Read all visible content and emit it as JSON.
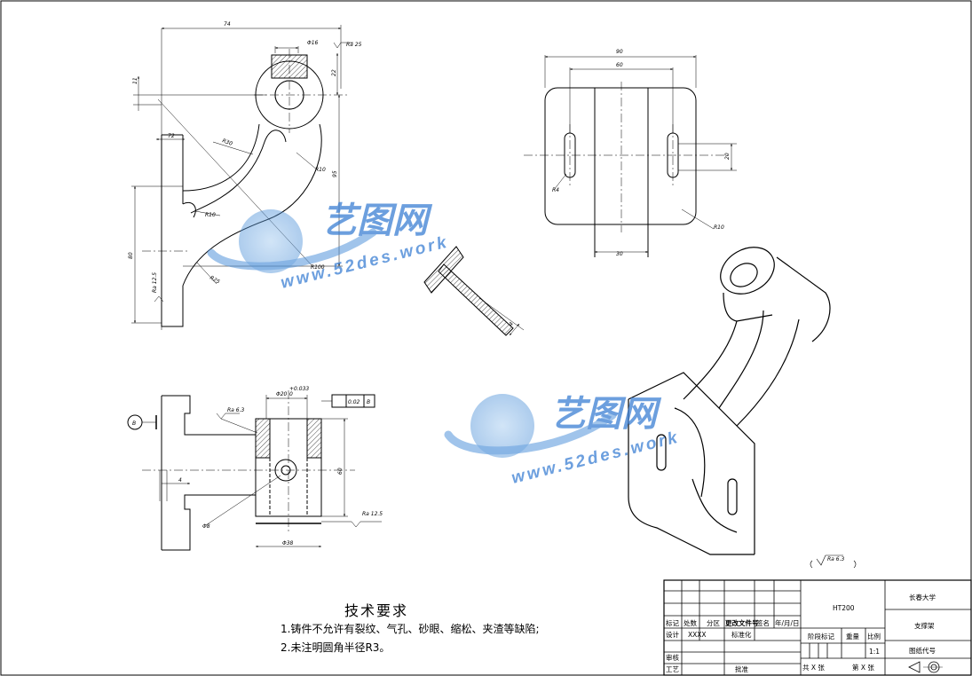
{
  "drawing": {
    "front_view": {
      "dims": [
        "74",
        "Φ16",
        "Ra 25",
        "22",
        "11",
        "72",
        "R30",
        "R10",
        "95",
        "R10",
        "80",
        "Ra 12.5",
        "R100",
        "R25"
      ]
    },
    "side_view": {
      "dims": [
        "90",
        "60",
        "20",
        "R4",
        "R10",
        "30"
      ]
    },
    "section_view": {
      "dims": [
        "4"
      ]
    },
    "top_view": {
      "datum": "B",
      "dims": [
        "Ra 6.3",
        "Φ20",
        "+0.033",
        "0",
        "0.02",
        "B",
        "60",
        "Ra 12.5",
        "4",
        "Φ8",
        "Φ38"
      ]
    },
    "general_roughness": "Ra 6.3"
  },
  "tech_requirements": {
    "title": "技术要求",
    "items": [
      "1.铸件不允许有裂纹、气孔、砂眼、缩松、夹渣等缺陷;",
      "2.未注明圆角半径R3。"
    ]
  },
  "title_block": {
    "material": "HT200",
    "school": "长春大学",
    "part_name": "支撑架",
    "drawing_no_label": "图纸代号",
    "scale_value": "1:1",
    "header_labels": [
      "标记",
      "处数",
      "分区",
      "更改文件号",
      "签名",
      "年/月/日"
    ],
    "design_label": "设计",
    "designer": "XXXX",
    "standardize_label": "标准化",
    "stage_label": "阶段标记",
    "weight_label": "重量",
    "scale_label": "比例",
    "review_label": "审核",
    "process_label": "工艺",
    "approve_label": "批准",
    "sheets_total": "共 X 张",
    "sheet_no": "第 X 张"
  },
  "watermark": {
    "brand": "艺图网",
    "url": "www.52des.work"
  }
}
